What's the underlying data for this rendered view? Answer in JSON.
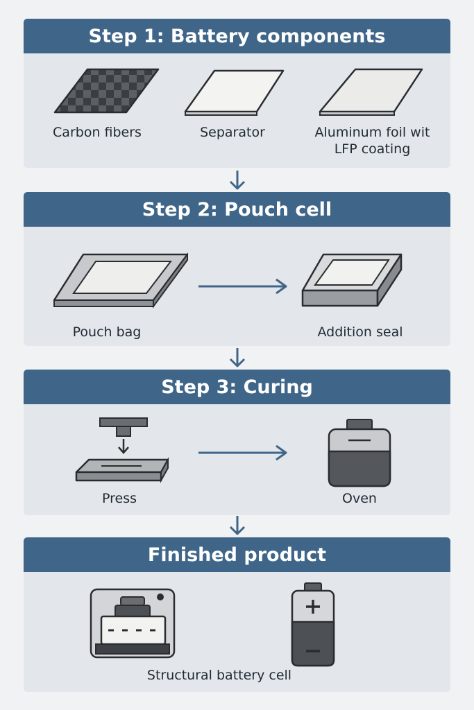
{
  "steps": [
    {
      "title": "Step 1: Battery components",
      "items": [
        {
          "label": "Carbon fibers",
          "icon": "carbon-fiber-sheet-icon"
        },
        {
          "label": "Separator",
          "icon": "separator-sheet-icon"
        },
        {
          "label": "Aluminum foil wit\nLFP coating",
          "icon": "aluminum-foil-sheet-icon"
        }
      ]
    },
    {
      "title": "Step 2: Pouch cell",
      "items": [
        {
          "label": "Pouch bag",
          "icon": "pouch-bag-icon"
        },
        {
          "label": "Addition seal",
          "icon": "sealed-pouch-icon"
        }
      ]
    },
    {
      "title": "Step 3: Curing",
      "items": [
        {
          "label": "Press",
          "icon": "press-icon"
        },
        {
          "label": "Oven",
          "icon": "oven-icon"
        }
      ]
    },
    {
      "title": "Finished product",
      "items": [
        {
          "label": "Structural battery cell",
          "icon": "structural-battery-cell-icon"
        }
      ]
    }
  ],
  "colors": {
    "header": "#3f6688",
    "panel": "#e3e6ea",
    "background": "#f1f2f3",
    "arrow": "#3f6688",
    "dark": "#4a4f55"
  }
}
